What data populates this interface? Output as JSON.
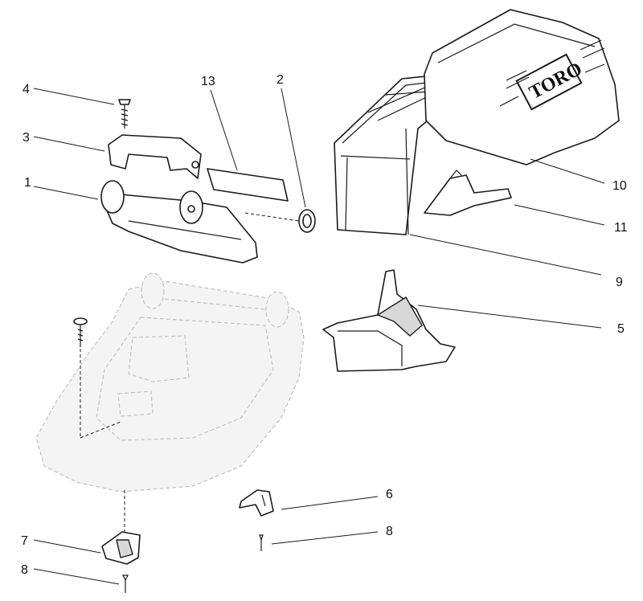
{
  "brand_text": "TORO",
  "callouts": [
    "1",
    "2",
    "3",
    "4",
    "5",
    "6",
    "7",
    "8",
    "8",
    "9",
    "10",
    "11",
    "13"
  ],
  "colors": {
    "line": "#1a1a1a",
    "ghost": "#bdbdbd",
    "background": "#ffffff"
  }
}
